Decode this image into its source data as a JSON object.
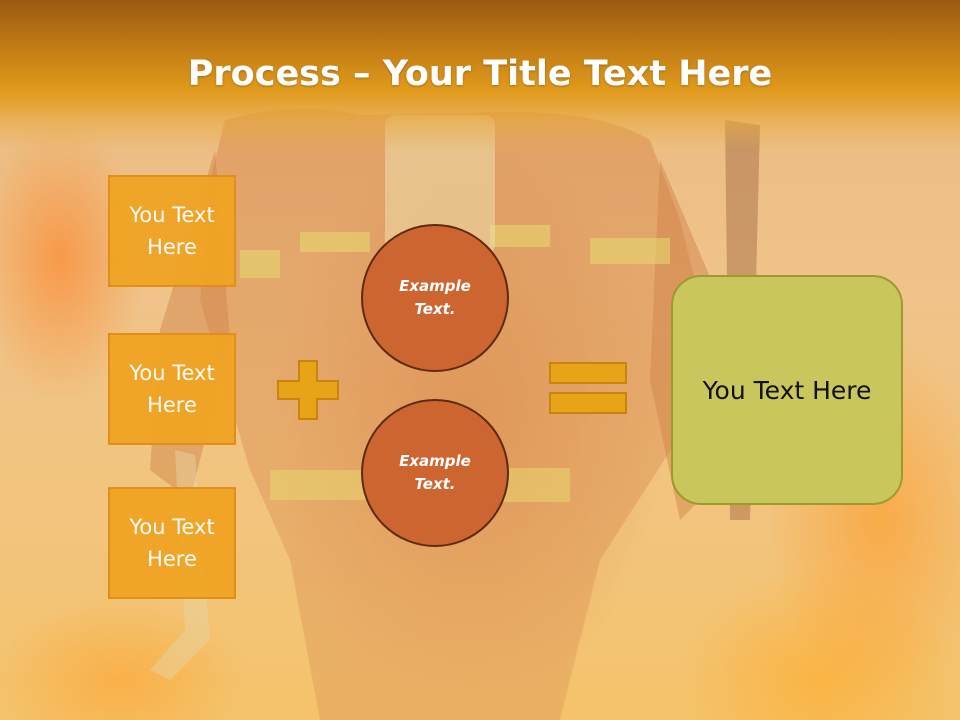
{
  "title": {
    "bold": "Process",
    "rest": " – Your Title Text Here"
  },
  "left_boxes": [
    {
      "text": "You Text Here"
    },
    {
      "text": "You Text Here"
    },
    {
      "text": "You Text Here"
    }
  ],
  "circles": [
    {
      "text": "Example Text."
    },
    {
      "text": "Example Text."
    }
  ],
  "result": {
    "text": "You Text Here"
  },
  "operators": {
    "plus": "plus-icon",
    "equals": "equals-icon"
  },
  "colors": {
    "header": "#e09a1c",
    "box": "#f0a424",
    "circle": "#cd6530",
    "result": "#c9c65e",
    "operator": "#e8a418"
  }
}
